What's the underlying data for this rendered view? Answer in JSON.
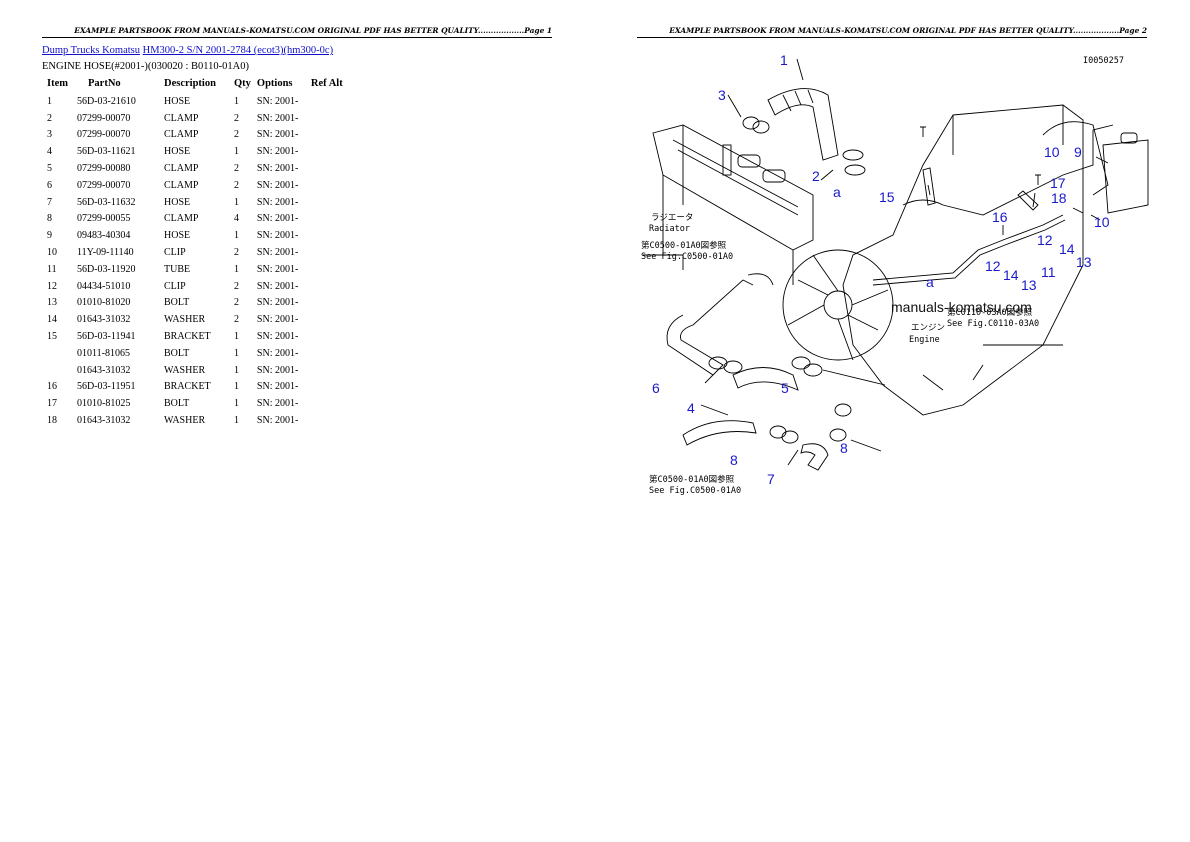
{
  "page1": {
    "header": "EXAMPLE PARTSBOOK FROM MANUALS-KOMATSU.COM ORIGINAL PDF HAS BETTER QUALITY..................Page 1",
    "breadcrumb": {
      "link1": "Dump Trucks Komatsu",
      "link2": "HM300-2 S/N 2001-2784 (ecot3)(hm300-0c)"
    },
    "subtitle": "ENGINE HOSE(#2001-)(030020 : B0110-01A0)",
    "columns": [
      "Item",
      "PartNo",
      "Description",
      "Qty",
      "Options",
      "Ref Alt"
    ],
    "rows": [
      {
        "item": "1",
        "partno": "56D-03-21610",
        "desc": "HOSE",
        "qty": "1",
        "opt": "SN: 2001-"
      },
      {
        "item": "2",
        "partno": "07299-00070",
        "desc": "CLAMP",
        "qty": "2",
        "opt": "SN: 2001-"
      },
      {
        "item": "3",
        "partno": "07299-00070",
        "desc": "CLAMP",
        "qty": "2",
        "opt": "SN: 2001-"
      },
      {
        "item": "4",
        "partno": "56D-03-11621",
        "desc": "HOSE",
        "qty": "1",
        "opt": "SN: 2001-"
      },
      {
        "item": "5",
        "partno": "07299-00080",
        "desc": "CLAMP",
        "qty": "2",
        "opt": "SN: 2001-"
      },
      {
        "item": "6",
        "partno": "07299-00070",
        "desc": "CLAMP",
        "qty": "2",
        "opt": "SN: 2001-"
      },
      {
        "item": "7",
        "partno": "56D-03-11632",
        "desc": "HOSE",
        "qty": "1",
        "opt": "SN: 2001-"
      },
      {
        "item": "8",
        "partno": "07299-00055",
        "desc": "CLAMP",
        "qty": "4",
        "opt": "SN: 2001-"
      },
      {
        "item": "9",
        "partno": "09483-40304",
        "desc": "HOSE",
        "qty": "1",
        "opt": "SN: 2001-"
      },
      {
        "item": "10",
        "partno": "11Y-09-11140",
        "desc": "CLIP",
        "qty": "2",
        "opt": "SN: 2001-"
      },
      {
        "item": "11",
        "partno": "56D-03-11920",
        "desc": "TUBE",
        "qty": "1",
        "opt": "SN: 2001-"
      },
      {
        "item": "12",
        "partno": "04434-51010",
        "desc": "CLIP",
        "qty": "2",
        "opt": "SN: 2001-"
      },
      {
        "item": "13",
        "partno": "01010-81020",
        "desc": "BOLT",
        "qty": "2",
        "opt": "SN: 2001-"
      },
      {
        "item": "14",
        "partno": "01643-31032",
        "desc": "WASHER",
        "qty": "2",
        "opt": "SN: 2001-"
      },
      {
        "item": "15",
        "partno": "56D-03-11941",
        "desc": "BRACKET",
        "qty": "1",
        "opt": "SN: 2001-"
      },
      {
        "item": "",
        "partno": "01011-81065",
        "desc": "BOLT",
        "qty": "1",
        "opt": "SN: 2001-"
      },
      {
        "item": "",
        "partno": "01643-31032",
        "desc": "WASHER",
        "qty": "1",
        "opt": "SN: 2001-"
      },
      {
        "item": "16",
        "partno": "56D-03-11951",
        "desc": "BRACKET",
        "qty": "1",
        "opt": "SN: 2001-"
      },
      {
        "item": "17",
        "partno": "01010-81025",
        "desc": "BOLT",
        "qty": "1",
        "opt": "SN: 2001-"
      },
      {
        "item": "18",
        "partno": "01643-31032",
        "desc": "WASHER",
        "qty": "1",
        "opt": "SN: 2001-"
      }
    ]
  },
  "page2": {
    "header": "EXAMPLE PARTSBOOK FROM MANUALS-KOMATSU.COM ORIGINAL PDF HAS BETTER QUALITY..................Page 2",
    "diagram": {
      "code": "I0050257",
      "radiator_jp": "ラジエータ",
      "radiator_en": "Radiator",
      "ref1_jp": "第C0500-01A0図参照",
      "ref1_en": "See Fig.C0500-01A0",
      "ref2_jp": "第C0500-01A0図参照",
      "ref2_en": "See Fig.C0500-01A0",
      "ref3_jp": "第C0110-03A0図参照",
      "ref3_en": "See Fig.C0110-03A0",
      "engine_jp": "エンジン",
      "engine_en": "Engine",
      "letter_a": "a",
      "watermark": "manuals-komatsu.com",
      "callouts": [
        "1",
        "2",
        "3",
        "4",
        "5",
        "6",
        "7",
        "8",
        "9",
        "10",
        "10",
        "11",
        "12",
        "12",
        "13",
        "13",
        "14",
        "14",
        "15",
        "16",
        "17",
        "18"
      ]
    }
  }
}
